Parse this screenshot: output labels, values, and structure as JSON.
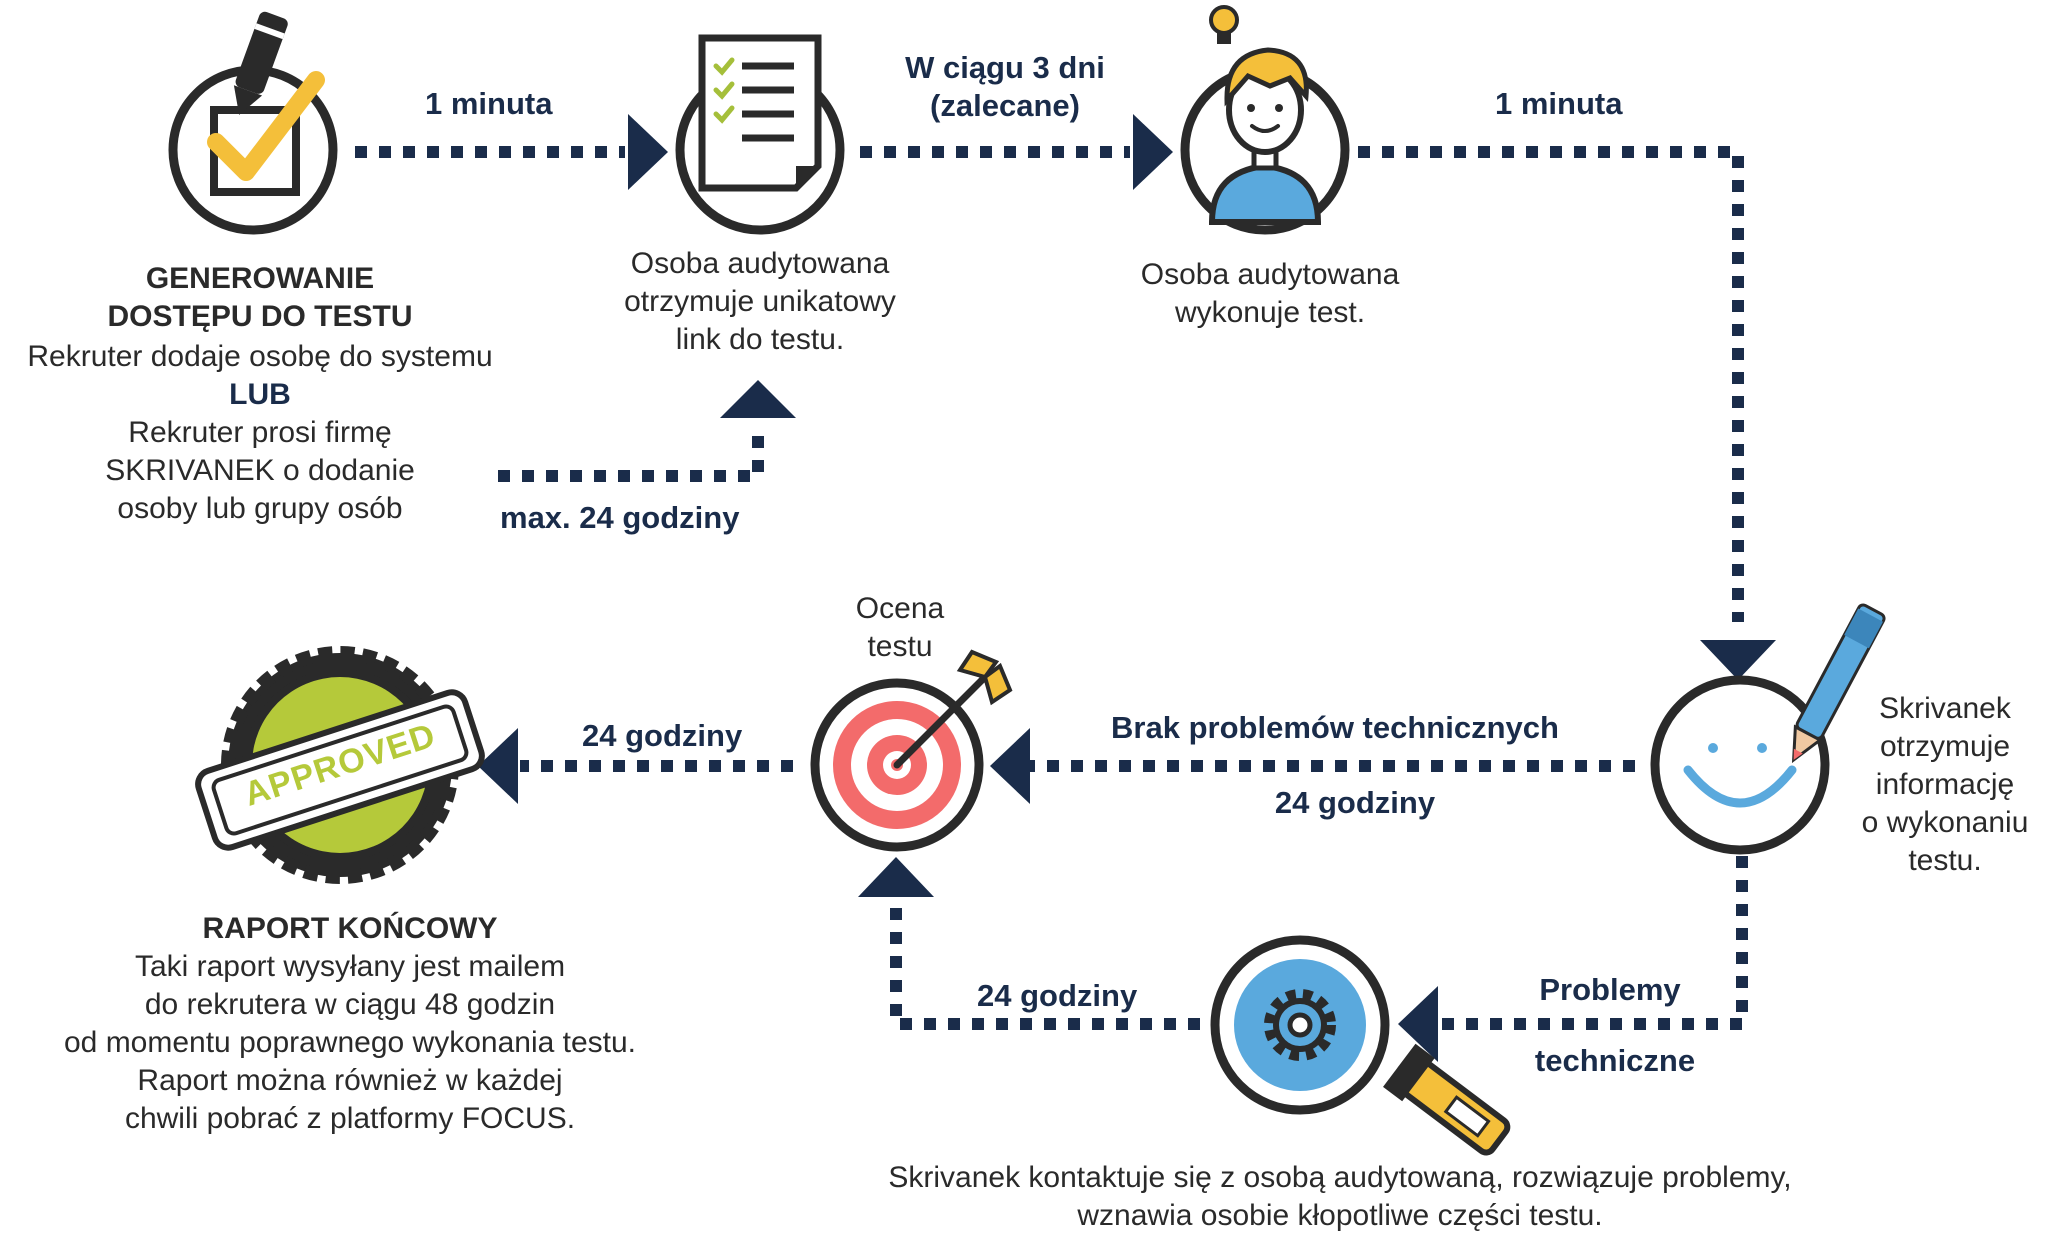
{
  "colors": {
    "navy": "#1a2c4a",
    "yellow": "#f4bf3a",
    "blue": "#5aa9dd",
    "green": "#b5c93a",
    "red": "#f36b6b",
    "text": "#2a2a2a"
  },
  "icons": {
    "step1": "pen-checkbox-icon",
    "step2": "document-checklist-icon",
    "step3": "person-lightbulb-icon",
    "step4": "smiley-pen-icon",
    "step5": "target-arrow-icon",
    "step6": "approved-stamp-icon",
    "step7": "magnifier-gear-icon"
  },
  "step1": {
    "title1": "GENEROWANIE",
    "title2": "DOSTĘPU DO TESTU",
    "line1": "Rekruter dodaje osobę do systemu",
    "or": "LUB",
    "line2": "Rekruter prosi firmę",
    "line3": "SKRIVANEK o dodanie",
    "line4": "osoby lub grupy osób"
  },
  "step2": {
    "line1": "Osoba audytowana",
    "line2": "otrzymuje unikatowy",
    "line3": "link do testu."
  },
  "step3": {
    "line1": "Osoba audytowana",
    "line2": "wykonuje test."
  },
  "step4": {
    "line1": "Skrivanek",
    "line2": "otrzymuje",
    "line3": "informację",
    "line4": "o wykonaniu",
    "line5": "testu."
  },
  "step5": {
    "line1": "Ocena",
    "line2": "testu"
  },
  "step6": {
    "stamp": "APPROVED",
    "title": "RAPORT KOŃCOWY",
    "line1": "Taki raport wysyłany jest mailem",
    "line2": "do rekrutera w ciągu 48 godzin",
    "line3": "od momentu poprawnego wykonania testu.",
    "line4": "Raport można również w każdej",
    "line5": "chwili pobrać z platformy FOCUS."
  },
  "step7": {
    "line1": "Skrivanek kontaktuje się z osobą audytowaną, rozwiązuje problemy,",
    "line2": "wznawia osobie kłopotliwe części testu."
  },
  "arrows": {
    "a1": "1 minuta",
    "a2_line1": "W ciągu 3 dni",
    "a2_line2": "(zalecane)",
    "a3": "1 minuta",
    "a4": "max. 24 godziny",
    "a5_top": "Brak problemów technicznych",
    "a5_bottom": "24 godziny",
    "a6": "24 godziny",
    "a7_top": "Problemy",
    "a7_bottom": "techniczne",
    "a8": "24 godziny"
  }
}
